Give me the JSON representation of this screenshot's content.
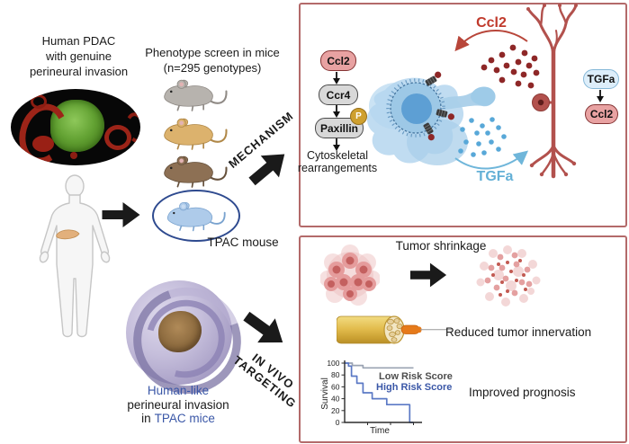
{
  "palette": {
    "box_border": "#b36a6a",
    "blue_text": "#3a57a7",
    "red_label": "#c0392b",
    "tgfa_blue": "#64b0d6",
    "ccl2_pill_bg": "#e8a2a2",
    "ccl2_pill_border": "#843434",
    "gray_pill_bg": "#d8d8d8",
    "gray_pill_border": "#4a4a4a",
    "phospho_gold": "#cfa02f",
    "neuron_red": "#b2514d",
    "red_dot": "#8e2727",
    "blue_dot": "#58a8d8",
    "mouse_circle_border": "#2e4a8f",
    "arrow_black": "#1a1a1a"
  },
  "icons": {
    "fat_arrow": "solid-black-right-arrow",
    "tumor_cell": "invasive-tumor-cell-blue",
    "neuron": "neuron-red",
    "nerve": "nerve-bundle-cross-section",
    "tumor_intact": "tumor-cluster-pink",
    "tumor_shrunk": "tumor-dispersed-pink",
    "mouse": "lab-mouse-side-view",
    "human": "human-body-outline-with-pancreas",
    "pdac_if_image": "immunofluorescence-tumor-nerves",
    "pni_histology": "perineural-invasion-histology"
  },
  "left_panel": {
    "pdac_caption_line1": "Human PDAC",
    "pdac_caption_line2": "with genuine",
    "pdac_caption_line3": "perineural invasion"
  },
  "screen": {
    "title_line1": "Phenotype screen in mice",
    "title_line2": "(n=295 genotypes)",
    "mice": [
      {
        "name": "gray-mouse",
        "body": "#b7b3ae",
        "accent": "#8f8a85"
      },
      {
        "name": "tan-mouse",
        "body": "#dcb26d",
        "accent": "#b08848"
      },
      {
        "name": "brown-mouse",
        "body": "#8d7054",
        "accent": "#66513c"
      },
      {
        "name": "tpac-blue-mouse",
        "body": "#aecbea",
        "accent": "#7aa3cf"
      }
    ],
    "tpac_label": "TPAC mouse"
  },
  "arrows": {
    "mechanism_label": "MECHANISM",
    "invivo_label_line1": "IN VIVO",
    "invivo_label_line2": "TARGETING"
  },
  "histology": {
    "caption_line1": "Human-like",
    "caption_line2": "perineural invasion",
    "caption_line3_prefix": "in",
    "caption_line3_highlight": "TPAC mice"
  },
  "mechanism_box": {
    "pathway_node1": "Ccl2",
    "pathway_node2": "Ccr4",
    "pathway_node3": "Paxillin",
    "phospho_badge": "P",
    "outcome_line1": "Cytoskeletal",
    "outcome_line2": "rearrangements",
    "ccl2_big_label": "Ccl2",
    "tgfa_big_label": "TGFa",
    "neuron_node1": "TGFa",
    "neuron_node2": "Ccl2"
  },
  "outcome_box": {
    "shrinkage_label": "Tumor shrinkage",
    "innervation_label": "Reduced tumor innervation",
    "prognosis_label": "Improved prognosis"
  },
  "chart_data": {
    "type": "line",
    "subtype": "kaplan-meier-survival",
    "title": "",
    "xlabel": "Time",
    "ylabel": "Survival",
    "yticks": [
      0,
      20,
      40,
      60,
      80,
      100
    ],
    "ylim": [
      0,
      100
    ],
    "grid": false,
    "legend_position": "inside-top-right",
    "series": [
      {
        "name": "Low Risk Score",
        "color": "#9aa3b2",
        "label_color": "#4d4d4d",
        "points": [
          [
            0,
            100
          ],
          [
            10,
            100
          ],
          [
            10,
            96
          ],
          [
            24,
            96
          ],
          [
            24,
            92
          ],
          [
            90,
            92
          ]
        ]
      },
      {
        "name": "High Risk Score",
        "color": "#5b79c5",
        "label_color": "#3a57a7",
        "points": [
          [
            0,
            100
          ],
          [
            5,
            100
          ],
          [
            5,
            95
          ],
          [
            9,
            95
          ],
          [
            9,
            78
          ],
          [
            16,
            78
          ],
          [
            16,
            66
          ],
          [
            24,
            66
          ],
          [
            24,
            50
          ],
          [
            36,
            50
          ],
          [
            36,
            40
          ],
          [
            55,
            40
          ],
          [
            55,
            30
          ],
          [
            85,
            30
          ],
          [
            85,
            0
          ],
          [
            90,
            0
          ]
        ]
      }
    ]
  }
}
